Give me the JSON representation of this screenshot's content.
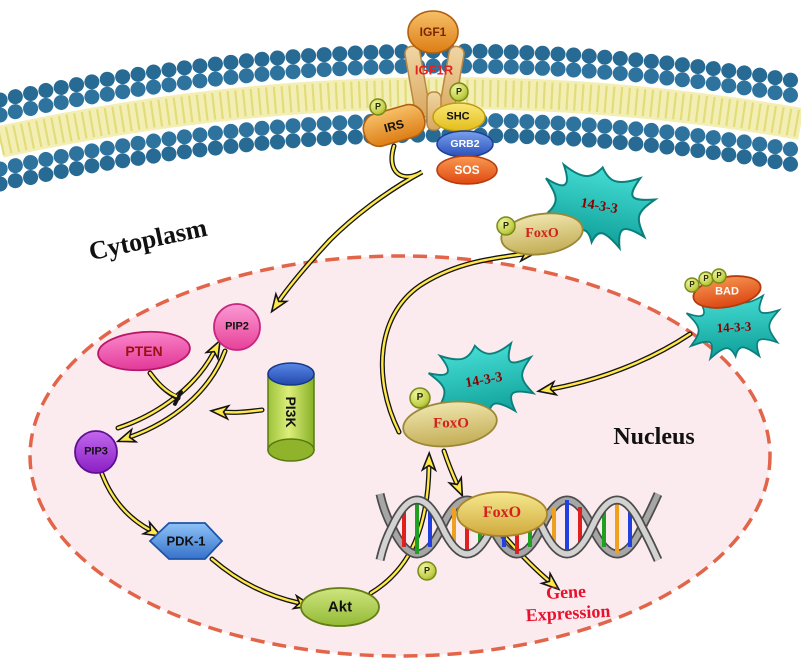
{
  "compartments": {
    "cytoplasm": "Cytoplasm",
    "nucleus": "Nucleus"
  },
  "receptor": {
    "ligand": "IGF1",
    "name": "IGF1R",
    "irs": "IRS",
    "shc": "SHC",
    "grb2": "GRB2",
    "sos": "SOS"
  },
  "molecules": {
    "pip2": "PIP2",
    "pten": "PTEN",
    "pi3k": "PI3K",
    "pip3": "PIP3",
    "pdk1": "PDK-1",
    "akt": "Akt",
    "foxo": "FoxO",
    "fourteen_three_three": "14-3-3",
    "bad": "BAD",
    "phospho": "P"
  },
  "output": {
    "line1": "Gene",
    "line2": "Expression"
  },
  "colors": {
    "arrow": "#ffe84a",
    "membrane_bead": "#276a94",
    "lipid_tail": "#e3dc7a",
    "nucleus_fill": "#fcebee",
    "nucleus_border": "#e2654a",
    "teal_14_3_3": "#17b8b2",
    "foxo_body": "#d9c878",
    "red_label": "#d42020"
  }
}
